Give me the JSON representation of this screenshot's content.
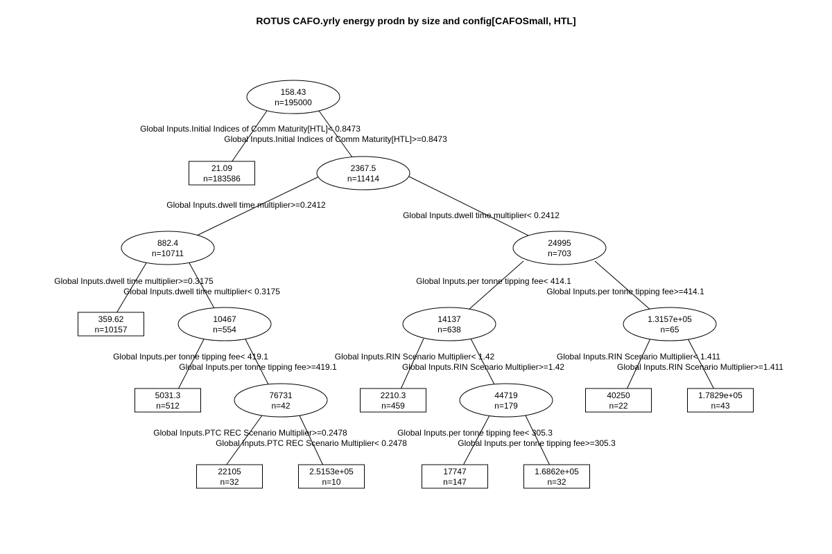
{
  "title": "ROTUS CAFO.yrly energy prodn by size and config[CAFOSmall, HTL]",
  "nodes": [
    {
      "id": "n1",
      "value": "158.43",
      "count": "n=195000",
      "leaf": false
    },
    {
      "id": "n2",
      "value": "21.09",
      "count": "n=183586",
      "leaf": true
    },
    {
      "id": "n3",
      "value": "2367.5",
      "count": "n=11414",
      "leaf": false
    },
    {
      "id": "n4",
      "value": "882.4",
      "count": "n=10711",
      "leaf": false
    },
    {
      "id": "n5",
      "value": "24995",
      "count": "n=703",
      "leaf": false
    },
    {
      "id": "n6",
      "value": "359.62",
      "count": "n=10157",
      "leaf": true
    },
    {
      "id": "n7",
      "value": "10467",
      "count": "n=554",
      "leaf": false
    },
    {
      "id": "n8",
      "value": "14137",
      "count": "n=638",
      "leaf": false
    },
    {
      "id": "n9",
      "value": "1.3157e+05",
      "count": "n=65",
      "leaf": false
    },
    {
      "id": "n10",
      "value": "5031.3",
      "count": "n=512",
      "leaf": true
    },
    {
      "id": "n11",
      "value": "76731",
      "count": "n=42",
      "leaf": false
    },
    {
      "id": "n12",
      "value": "2210.3",
      "count": "n=459",
      "leaf": true
    },
    {
      "id": "n13",
      "value": "44719",
      "count": "n=179",
      "leaf": false
    },
    {
      "id": "n14",
      "value": "40250",
      "count": "n=22",
      "leaf": true
    },
    {
      "id": "n15",
      "value": "1.7829e+05",
      "count": "n=43",
      "leaf": true
    },
    {
      "id": "n16",
      "value": "22105",
      "count": "n=32",
      "leaf": true
    },
    {
      "id": "n17",
      "value": "2.5153e+05",
      "count": "n=10",
      "leaf": true
    },
    {
      "id": "n18",
      "value": "17747",
      "count": "n=147",
      "leaf": true
    },
    {
      "id": "n19",
      "value": "1.6862e+05",
      "count": "n=32",
      "leaf": true
    }
  ],
  "edges": [
    {
      "from": "n1",
      "to": "n2",
      "label": "Global Inputs.Initial Indices of Comm Maturity[HTL]< 0.8473"
    },
    {
      "from": "n1",
      "to": "n3",
      "label": "Global Inputs.Initial Indices of Comm Maturity[HTL]>=0.8473"
    },
    {
      "from": "n3",
      "to": "n4",
      "label": "Global Inputs.dwell time multiplier>=0.2412"
    },
    {
      "from": "n3",
      "to": "n5",
      "label": "Global Inputs.dwell time multiplier< 0.2412"
    },
    {
      "from": "n4",
      "to": "n6",
      "label": "Global Inputs.dwell time multiplier>=0.3175"
    },
    {
      "from": "n4",
      "to": "n7",
      "label": "Global Inputs.dwell time multiplier< 0.3175"
    },
    {
      "from": "n5",
      "to": "n8",
      "label": "Global Inputs.per tonne tipping fee< 414.1"
    },
    {
      "from": "n5",
      "to": "n9",
      "label": "Global Inputs.per tonne tipping fee>=414.1"
    },
    {
      "from": "n7",
      "to": "n10",
      "label": "Global Inputs.per tonne tipping fee< 419.1"
    },
    {
      "from": "n7",
      "to": "n11",
      "label": "Global Inputs.per tonne tipping fee>=419.1"
    },
    {
      "from": "n8",
      "to": "n12",
      "label": "Global Inputs.RIN Scenario Multiplier< 1.42"
    },
    {
      "from": "n8",
      "to": "n13",
      "label": "Global Inputs.RIN Scenario Multiplier>=1.42"
    },
    {
      "from": "n9",
      "to": "n14",
      "label": "Global Inputs.RIN Scenario Multiplier< 1.411"
    },
    {
      "from": "n9",
      "to": "n15",
      "label": "Global Inputs.RIN Scenario Multiplier>=1.411"
    },
    {
      "from": "n11",
      "to": "n16",
      "label": "Global Inputs.PTC REC Scenario Multiplier>=0.2478"
    },
    {
      "from": "n11",
      "to": "n17",
      "label": "Global Inputs.PTC REC Scenario Multiplier< 0.2478"
    },
    {
      "from": "n13",
      "to": "n18",
      "label": "Global Inputs.per tonne tipping fee< 305.3"
    },
    {
      "from": "n13",
      "to": "n19",
      "label": "Global Inputs.per tonne tipping fee>=305.3"
    }
  ]
}
